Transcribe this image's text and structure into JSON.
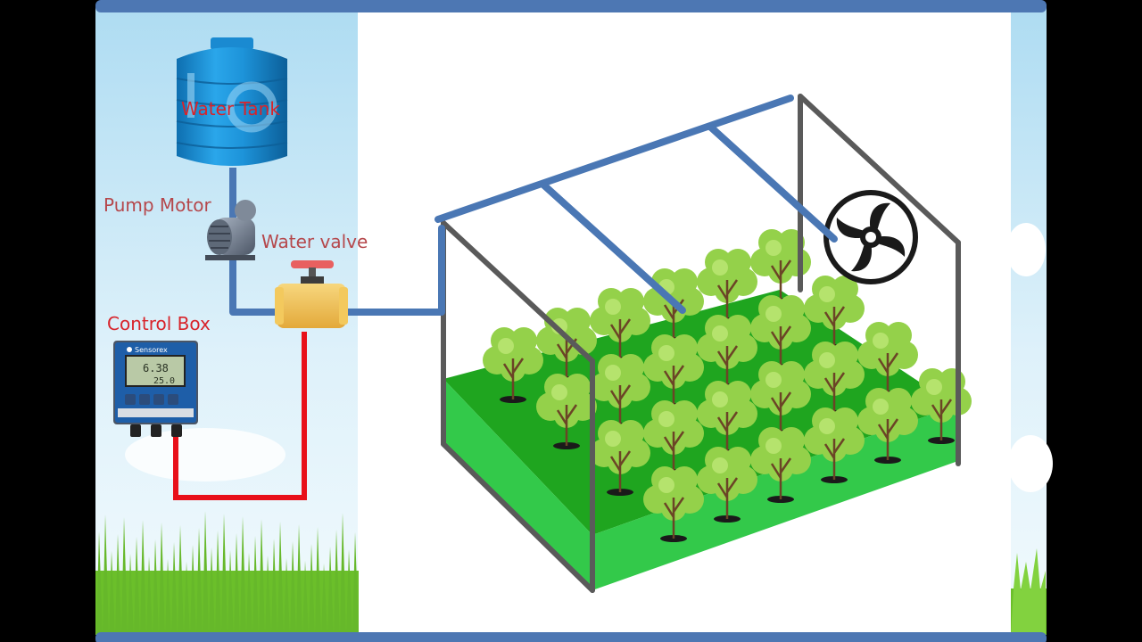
{
  "labels": {
    "water_tank": "Water Tank",
    "pump_motor": "Pump Motor",
    "water_valve": "Water valve",
    "control_box": "Control Box"
  },
  "control_box": {
    "brand": "Sensorex",
    "display_value_1": "6.38",
    "display_value_2": "25.0"
  },
  "colors": {
    "pipe": "#4a77b4",
    "wire": "#e8101a",
    "frame": "#5a5a5a",
    "grass_top": "#1fa51f",
    "grass_side": "#33c94a",
    "tree_foliage": "#94d14a",
    "tree_trunk": "#6b4426",
    "tank": "#1b8fd6",
    "valve": "#f2c24f",
    "valve_handle": "#e86060",
    "fan": "#1a1a1a",
    "border_bar": "#4d77b3"
  },
  "icons": [
    "water-tank-icon",
    "pump-motor-icon",
    "water-valve-icon",
    "control-box-icon",
    "exhaust-fan-icon",
    "tree-icon",
    "greenhouse-frame"
  ]
}
